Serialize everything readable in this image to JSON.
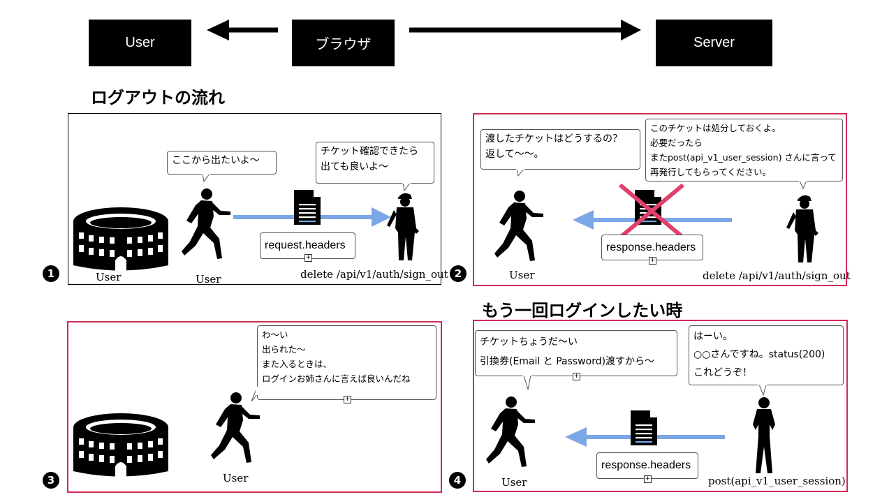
{
  "header": {
    "user_label": "User",
    "browser_label": "ブラウザ",
    "server_label": "Server"
  },
  "titles": {
    "logout_flow": "ログアウトの流れ",
    "relogin": "もう一回ログインしたい時"
  },
  "panel1": {
    "number": "1",
    "bubble_user": "ここから出たいよ〜",
    "bubble_server": "チケット確認できたら\n出ても良いよ〜",
    "label_box": "request.headers",
    "caption_coliseum": "User",
    "caption_user": "User",
    "caption_endpoint": "delete /api/v1/auth/sign_out"
  },
  "panel2": {
    "number": "2",
    "bubble_user": "渡したチケットはどうするの？\n返して〜〜。",
    "bubble_server": "このチケットは処分しておくよ。\n必要だったら\nまたpost(api_v1_user_session) さんに言って\n再発行してもらってください。",
    "label_box": "response.headers",
    "caption_user": "User",
    "caption_endpoint": "delete /api/v1/auth/sign_out"
  },
  "panel3": {
    "number": "3",
    "bubble_user": "わ〜い\n出られた〜\nまた入るときは、\nログインお姉さんに言えば良いんだね",
    "caption_user": "User"
  },
  "panel4": {
    "number": "4",
    "bubble_user": "チケットちょうだ〜い\n引換券(Email と Password)渡すから〜",
    "bubble_server": "はーい。\n○○さんですね。status(200)\nこれどうぞ！",
    "label_box": "response.headers",
    "caption_user": "User",
    "caption_endpoint": "post(api_v1_user_session)"
  },
  "colors": {
    "panel_red": "#d12b56",
    "arrow_blue": "#7ba7e6",
    "cross_red": "#e0406a"
  },
  "icons": [
    "coliseum-icon",
    "runner-icon",
    "worker-icon",
    "document-icon",
    "woman-icon"
  ]
}
